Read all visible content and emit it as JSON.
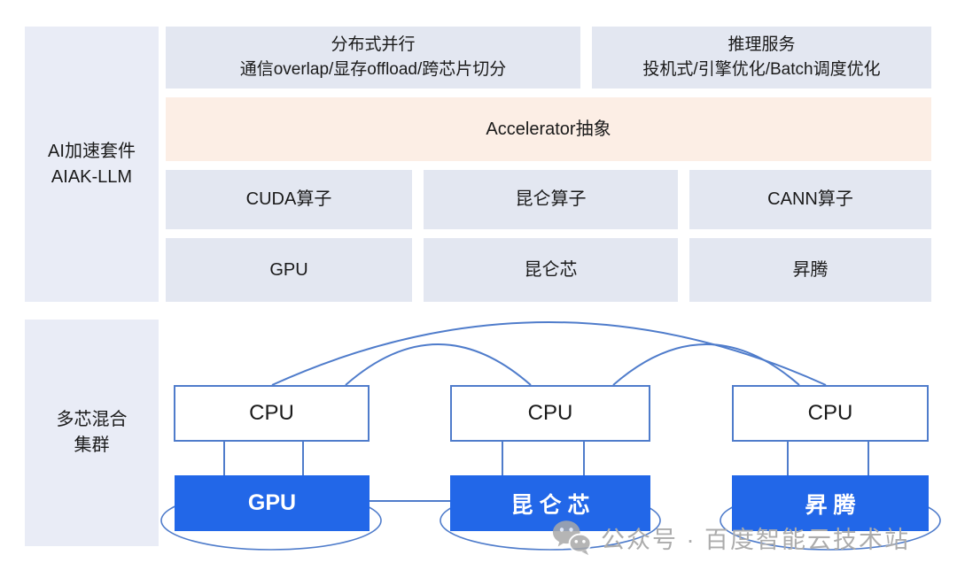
{
  "diagram_title": "AIAK-LLM multi-chip architecture",
  "colors": {
    "accent_blue": "#2267e8",
    "wire_blue": "#4f7ccb",
    "soft_box": "#e3e7f1",
    "sidebar_box": "#e9ecf6",
    "accelerator_box": "#fceee5",
    "watermark_gray": "#acacac",
    "text": "#1a1a1a"
  },
  "sidebar": {
    "top": {
      "line1": "AI加速套件",
      "line2": "AIAK-LLM"
    },
    "bottom": {
      "line1": "多芯混合",
      "line2": "集群"
    }
  },
  "stack": {
    "row1": [
      {
        "title": "分布式并行",
        "subtitle": "通信overlap/显存offload/跨芯片切分"
      },
      {
        "title": "推理服务",
        "subtitle": "投机式/引擎优化/Batch调度优化"
      }
    ],
    "accelerator_label": "Accelerator抽象",
    "operators": [
      "CUDA算子",
      "昆仑算子",
      "CANN算子"
    ],
    "chips": [
      "GPU",
      "昆仑芯",
      "昇腾"
    ]
  },
  "cluster": {
    "nodes": [
      {
        "cpu_label": "CPU",
        "chip_label": "GPU"
      },
      {
        "cpu_label": "CPU",
        "chip_label": "昆 仑 芯"
      },
      {
        "cpu_label": "CPU",
        "chip_label": "昇 腾"
      }
    ]
  },
  "watermark": {
    "icon": "wechat-icon",
    "text": "公众号 · 百度智能云技术站"
  }
}
